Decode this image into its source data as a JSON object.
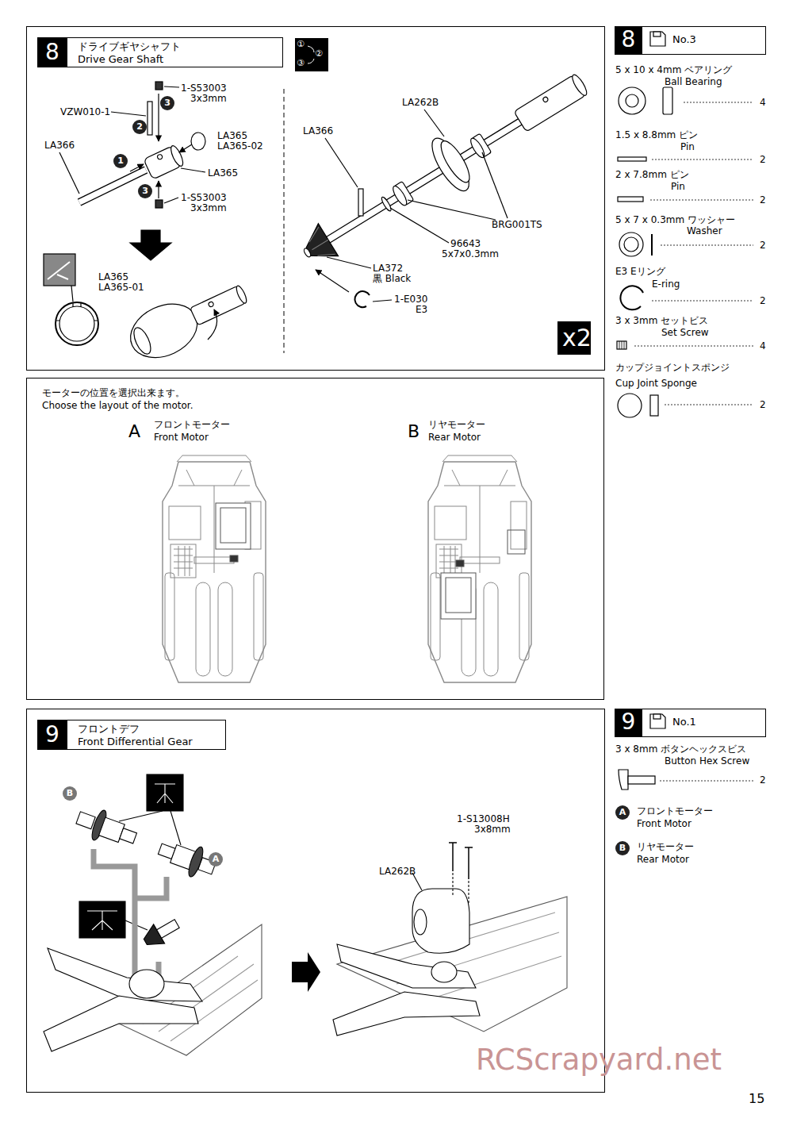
{
  "diagram": {
    "nodes": [
      {
        "text": [
          "8",
          "ドライブギヤシャフト",
          "Drive Gear Shaft"
        ]
      },
      {
        "text": [
          "8",
          "No.3"
        ]
      },
      {
        "text": [
          "モーターの位置を選択出来ます。",
          "Choose the layout of the motor."
        ]
      },
      {
        "text": [
          "9",
          "フロントデフ",
          "Front Differential Gear"
        ]
      },
      {
        "text": [
          "9",
          "No.1"
        ]
      }
    ],
    "labels": [
      "1-S53003",
      "3x3mm",
      "VZW010-1",
      "3",
      "2",
      "LA365",
      "LA365-02",
      "LA366",
      "1",
      "LA365",
      "3",
      "1-S53003",
      "3x3mm",
      "LA365",
      "LA365-01",
      "①",
      "②",
      "③",
      "LA262B",
      "LA366",
      "BRG001TS",
      "96643",
      "5x7x0.3mm",
      "LA372",
      "黒 Black",
      "1-E030",
      "E3",
      "x2",
      "5 x 10 x 4mm ベアリング",
      "Ball Bearing",
      "4",
      "1.5 x 8.8mm ピン",
      "Pin",
      "2",
      "2 x 7.8mm ピン",
      "Pin",
      "2",
      "5 x 7 x 0.3mm ワッシャー",
      "Washer",
      "2",
      "E3 Eリング",
      "E-ring",
      "2",
      "3 x 3mm セットビス",
      "Set Screw",
      "4",
      "カップジョイントスポンジ",
      "Cup Joint Sponge",
      "2",
      "A",
      "フロントモーター",
      "Front Motor",
      "B",
      "リヤモーター",
      "Rear Motor",
      "B",
      "A",
      "1-S13008H",
      "3x8mm",
      "LA262B",
      "3 x 8mm ボタンヘックスビス",
      "Button Hex Screw",
      "2",
      "A",
      "フロントモーター",
      "Front Motor",
      "B",
      "リヤモーター",
      "Rear Motor",
      "RCScrapyard.net",
      "15"
    ]
  }
}
